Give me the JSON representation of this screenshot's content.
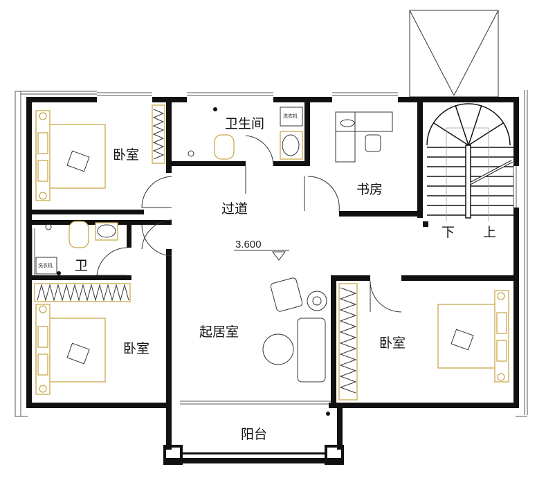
{
  "rooms": {
    "bedroom_top_left": "卧室",
    "bathroom_main": "卫生间",
    "study": "书房",
    "corridor": "过道",
    "bathroom_small": "卫",
    "bedroom_bottom_left": "卧室",
    "living_room": "起居室",
    "bedroom_right": "卧室",
    "balcony": "阳台"
  },
  "stairs": {
    "down": "下",
    "up": "上"
  },
  "elevation": "3.600",
  "appliances": {
    "washer_1": "洗衣机",
    "washer_2": "洗衣机"
  },
  "colors": {
    "wall": "#111111",
    "furniture": "#c9a84a"
  }
}
